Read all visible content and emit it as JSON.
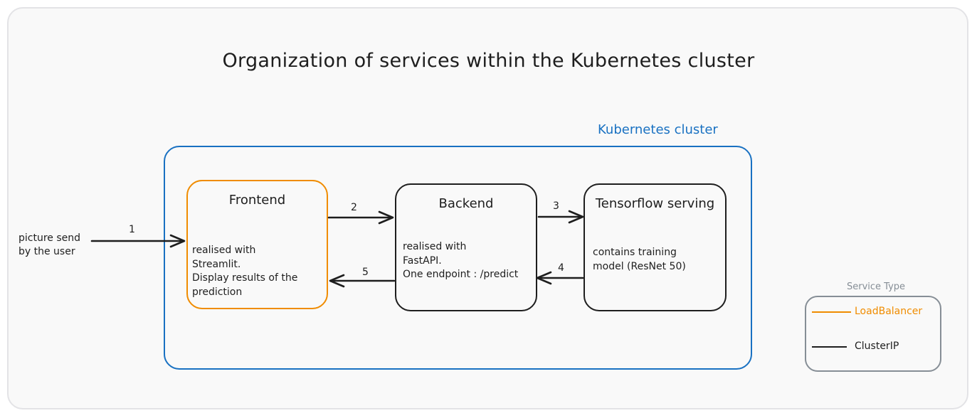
{
  "title": "Organization of services within the Kubernetes cluster",
  "cluster": {
    "label": "Kubernetes cluster",
    "color": "#1971c2"
  },
  "input": {
    "label": "picture send\nby the user"
  },
  "nodes": {
    "frontend": {
      "title": "Frontend",
      "desc": "realised with\nStreamlit.\nDisplay results of the\nprediction",
      "service_type": "LoadBalancer"
    },
    "backend": {
      "title": "Backend",
      "desc": "realised with\nFastAPI.\nOne endpoint : /predict",
      "service_type": "ClusterIP"
    },
    "tfserving": {
      "title": "Tensorflow serving",
      "desc": "contains training\nmodel (ResNet 50)",
      "service_type": "ClusterIP"
    }
  },
  "edges": [
    {
      "from": "user",
      "to": "frontend",
      "label": "1"
    },
    {
      "from": "frontend",
      "to": "backend",
      "label": "2"
    },
    {
      "from": "backend",
      "to": "tfserving",
      "label": "3"
    },
    {
      "from": "tfserving",
      "to": "backend",
      "label": "4"
    },
    {
      "from": "backend",
      "to": "frontend",
      "label": "5"
    }
  ],
  "legend": {
    "title": "Service Type",
    "items": [
      {
        "label": "LoadBalancer",
        "color": "#f08c00"
      },
      {
        "label": "ClusterIP",
        "color": "#1e1e1e"
      }
    ]
  }
}
